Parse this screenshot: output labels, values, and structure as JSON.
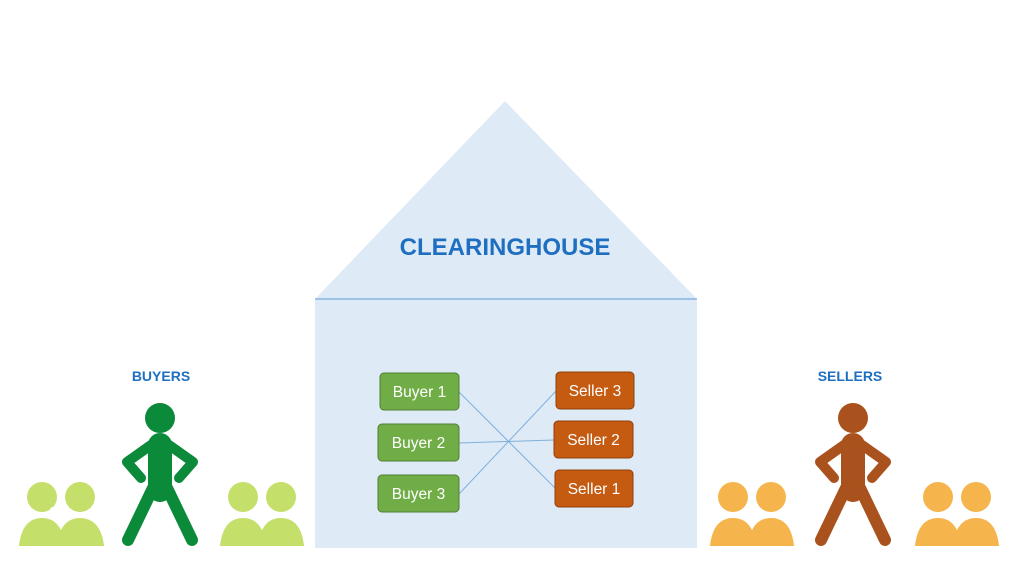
{
  "clearinghouse": {
    "title": "CLEARINGHOUSE"
  },
  "buyers": {
    "label": "BUYERS",
    "boxes": [
      "Buyer 1",
      "Buyer 2",
      "Buyer 3"
    ]
  },
  "sellers": {
    "label": "SELLERS",
    "boxes": [
      "Seller 3",
      "Seller 2",
      "Seller 1"
    ]
  },
  "connections": [
    {
      "from": "Buyer 1",
      "to": "Seller 1"
    },
    {
      "from": "Buyer 2",
      "to": "Seller 2"
    },
    {
      "from": "Buyer 3",
      "to": "Seller 3"
    }
  ],
  "colors": {
    "house_fill": "#deebf7",
    "house_line": "#5b9bd5",
    "title": "#1f6fc0",
    "buyer_box": "#70ad47",
    "buyer_figure": "#0b8a3a",
    "buyer_crowd": "#c5e06a",
    "seller_box": "#c55a11",
    "seller_figure": "#a9521d",
    "seller_crowd": "#f6b44c",
    "connector": "#7fb0dd"
  }
}
